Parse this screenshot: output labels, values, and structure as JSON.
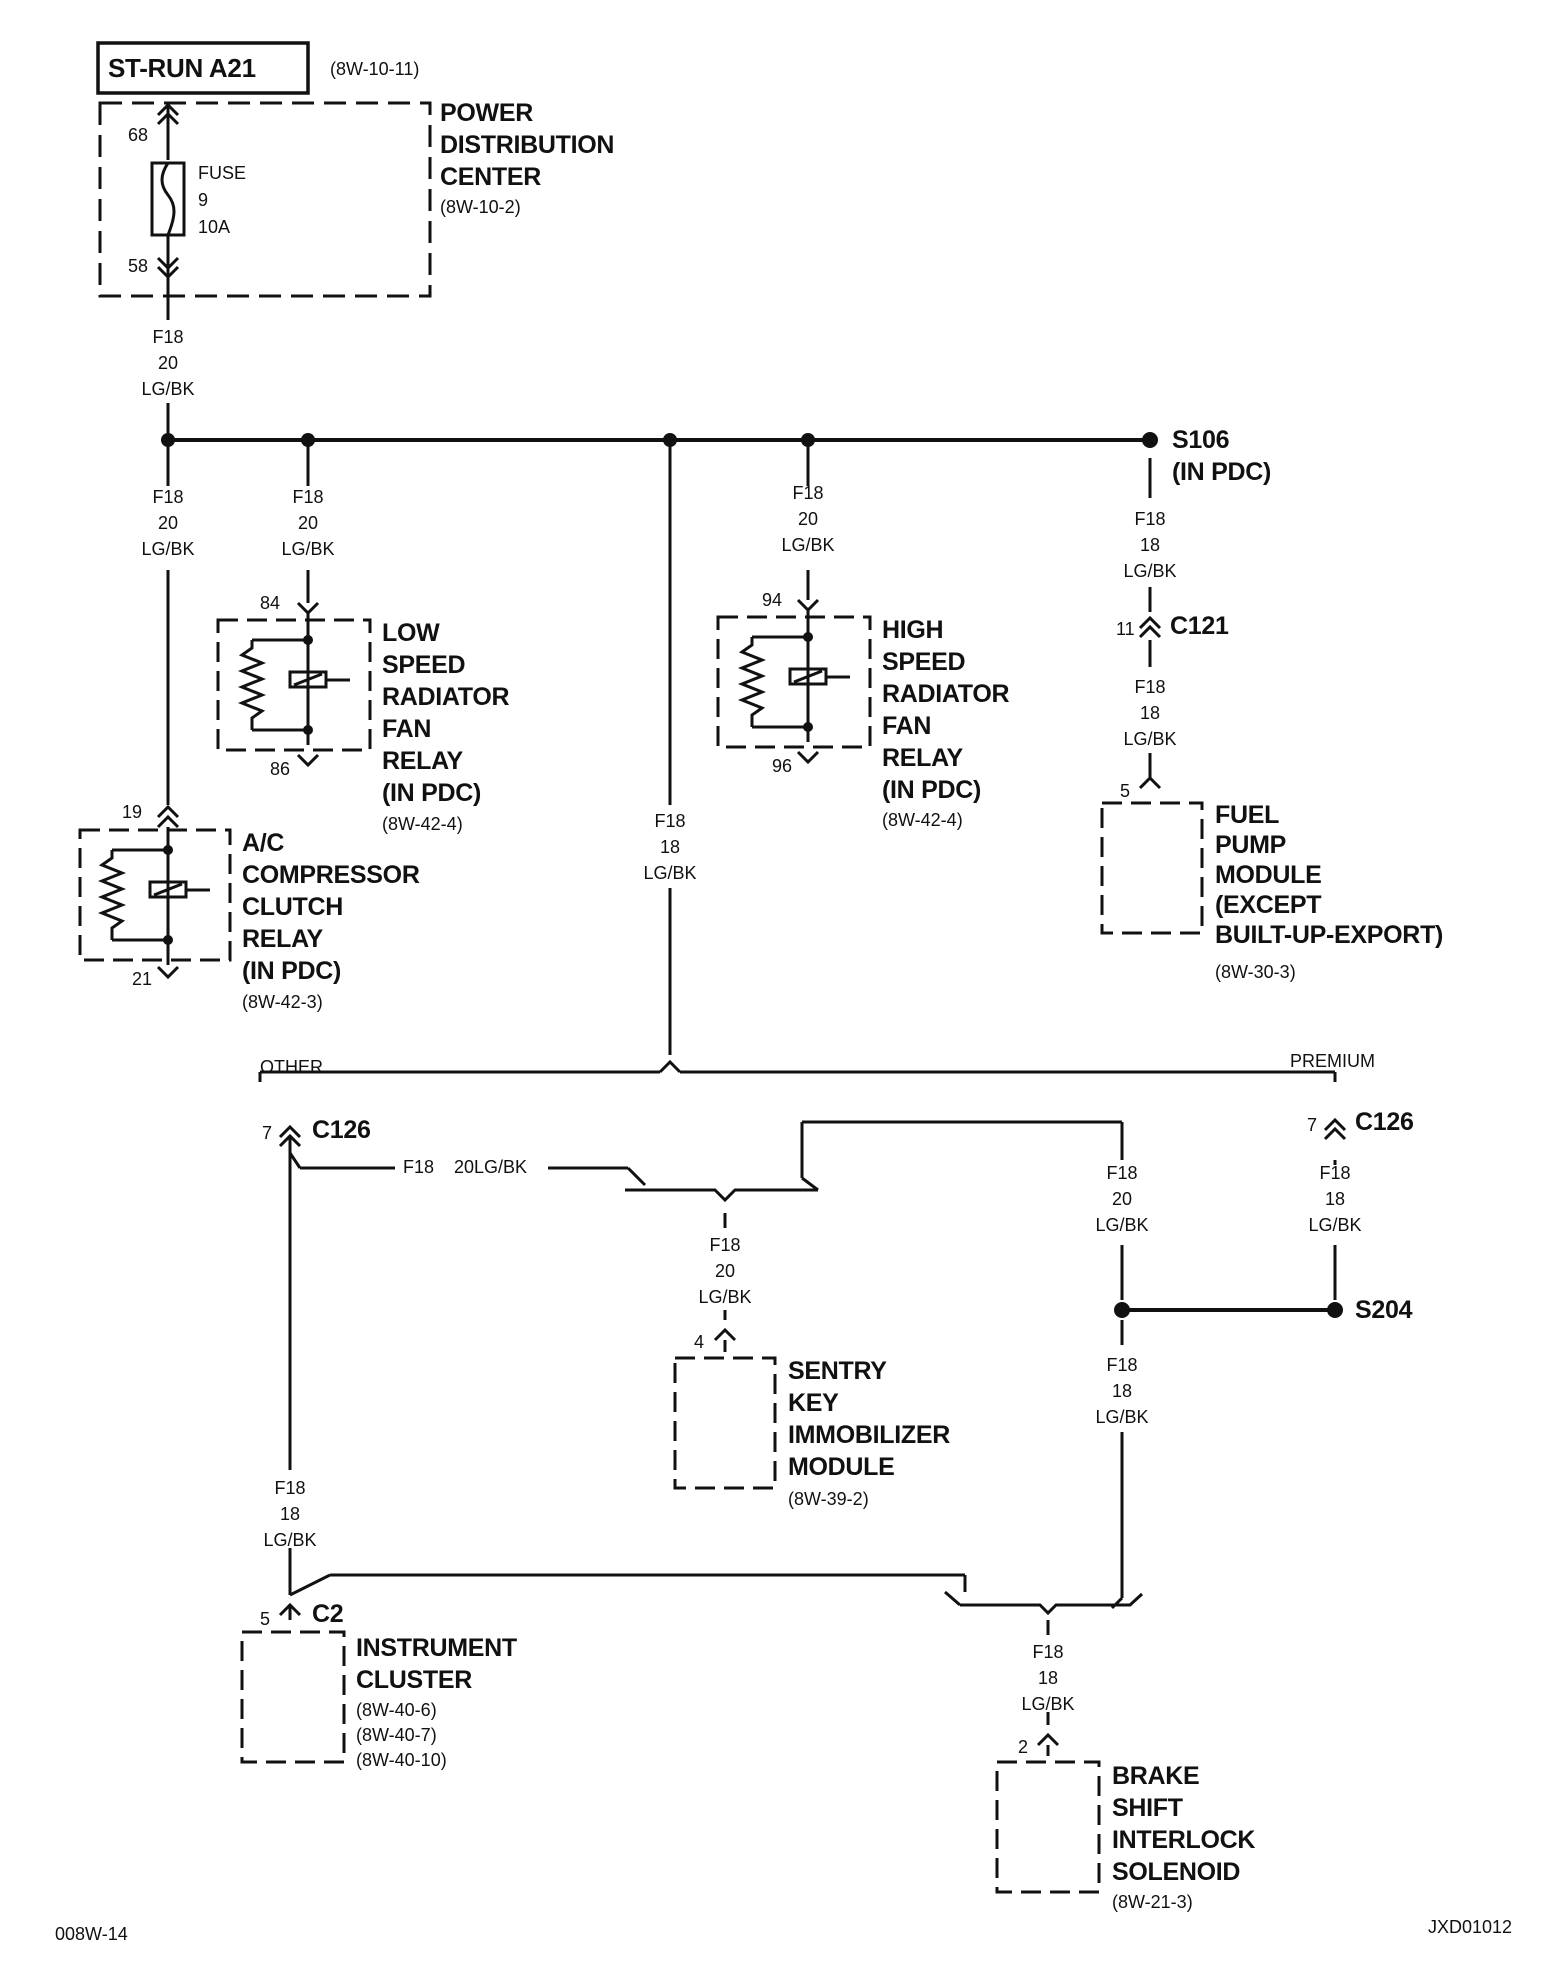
{
  "circuit": {
    "label": "ST-RUN A21",
    "ref": "(8W-10-11)"
  },
  "pdc": {
    "name": [
      "POWER",
      "DISTRIBUTION",
      "CENTER"
    ],
    "ref": "(8W-10-2)",
    "fuse_lines": [
      "FUSE",
      "9",
      "10A"
    ],
    "pin_in": "68",
    "pin_out": "58"
  },
  "wires": {
    "main_feed": [
      "F18",
      "20",
      "LG/BK"
    ],
    "ac_feed": [
      "F18",
      "20",
      "LG/BK"
    ],
    "low_feed": [
      "F18",
      "20",
      "LG/BK"
    ],
    "center_feed": [
      "F18",
      "18",
      "LG/BK"
    ],
    "high_feed": [
      "F18",
      "20",
      "LG/BK"
    ],
    "s106_down": [
      "F18",
      "18",
      "LG/BK"
    ],
    "c121_down": [
      "F18",
      "18",
      "LG/BK"
    ],
    "other_wire": "F18    20LG/BK",
    "sentry_feed": [
      "F18",
      "20",
      "LG/BK"
    ],
    "right_down": [
      "F18",
      "20",
      "LG/BK"
    ],
    "premium_down": [
      "F18",
      "18",
      "LG/BK"
    ],
    "s204_down": [
      "F18",
      "18",
      "LG/BK"
    ],
    "cluster_feed": [
      "F18",
      "18",
      "LG/BK"
    ],
    "brake_feed": [
      "F18",
      "18",
      "LG/BK"
    ]
  },
  "splices": {
    "s106": [
      "S106",
      "(IN PDC)"
    ],
    "s204": "S204"
  },
  "connectors": {
    "c121": {
      "label": "C121",
      "pin": "11"
    },
    "c126_other": {
      "label": "C126",
      "pin": "7"
    },
    "c126_premium": {
      "label": "C126",
      "pin": "7"
    },
    "c2": {
      "label": "C2",
      "pin": "5"
    }
  },
  "variants": {
    "other": "OTHER",
    "premium": "PREMIUM"
  },
  "components": {
    "low_relay": {
      "name": [
        "LOW",
        "SPEED",
        "RADIATOR",
        "FAN",
        "RELAY",
        "(IN PDC)"
      ],
      "refs": [
        "(8W-42-4)"
      ],
      "pin_top": "84",
      "pin_bottom": "86"
    },
    "high_relay": {
      "name": [
        "HIGH",
        "SPEED",
        "RADIATOR",
        "FAN",
        "RELAY",
        "(IN PDC)"
      ],
      "refs": [
        "(8W-42-4)"
      ],
      "pin_top": "94",
      "pin_bottom": "96"
    },
    "ac_relay": {
      "name": [
        "A/C",
        "COMPRESSOR",
        "CLUTCH",
        "RELAY",
        "(IN PDC)"
      ],
      "refs": [
        "(8W-42-3)"
      ],
      "pin_top": "19",
      "pin_bottom": "21"
    },
    "fuel_pump": {
      "name": [
        "FUEL",
        "PUMP",
        "MODULE",
        "(EXCEPT",
        "BUILT-UP-EXPORT)"
      ],
      "refs": [
        "(8W-30-3)"
      ],
      "pin": "5"
    },
    "sentry": {
      "name": [
        "SENTRY",
        "KEY",
        "IMMOBILIZER",
        "MODULE"
      ],
      "refs": [
        "(8W-39-2)"
      ],
      "pin": "4"
    },
    "cluster": {
      "name": [
        "INSTRUMENT",
        "CLUSTER"
      ],
      "refs": [
        "(8W-40-6)",
        "(8W-40-7)",
        "(8W-40-10)"
      ]
    },
    "brake": {
      "name": [
        "BRAKE",
        "SHIFT",
        "INTERLOCK",
        "SOLENOID"
      ],
      "refs": [
        "(8W-21-3)"
      ],
      "pin": "2"
    }
  },
  "footer": {
    "left": "008W-14",
    "right": "JXD01012"
  }
}
